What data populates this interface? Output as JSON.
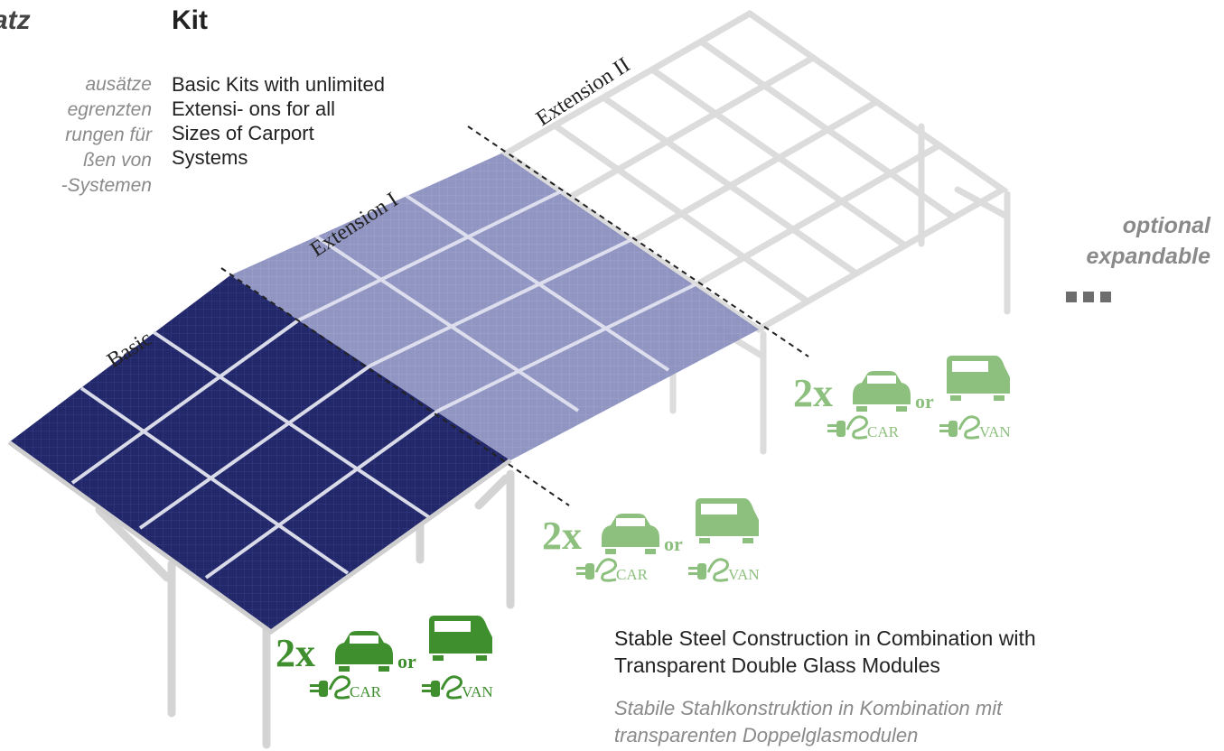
{
  "left_column": {
    "heading": "atz",
    "lines": [
      "ausätze",
      "egrenzten",
      "rungen für",
      "ßen von",
      "-Systemen"
    ]
  },
  "kit_column": {
    "heading": "Kit",
    "description": "Basic Kits with unlimited Extensi- ons for all Sizes of Carport Systems"
  },
  "section_labels": {
    "basic": "Basic",
    "extension1": "Extension I",
    "extension2": "Extension II"
  },
  "capacity_badges": [
    {
      "count": "2x",
      "or": "or",
      "car": "CAR",
      "van": "VAN",
      "color": "#3f8f2f"
    },
    {
      "count": "2x",
      "or": "or",
      "car": "CAR",
      "van": "VAN",
      "color": "#8dc07e"
    },
    {
      "count": "2x",
      "or": "or",
      "car": "CAR",
      "van": "VAN",
      "color": "#8dc07e"
    }
  ],
  "optional": {
    "line1": "optional",
    "line2": "expandable"
  },
  "caption": {
    "en_line1": "Stable Steel Construction in Combination with",
    "en_line2": "Transparent Double Glass Modules",
    "de_line1": "Stabile Stahlkonstruktion in Kombination mit",
    "de_line2": "transparenten Doppelglasmodulen"
  },
  "colors": {
    "panel_dark": "#1f2462",
    "panel_light": "#7f84b5",
    "frame": "#d8d8d8",
    "badge_dark": "#3f8f2f",
    "badge_light": "#8dc07e"
  }
}
